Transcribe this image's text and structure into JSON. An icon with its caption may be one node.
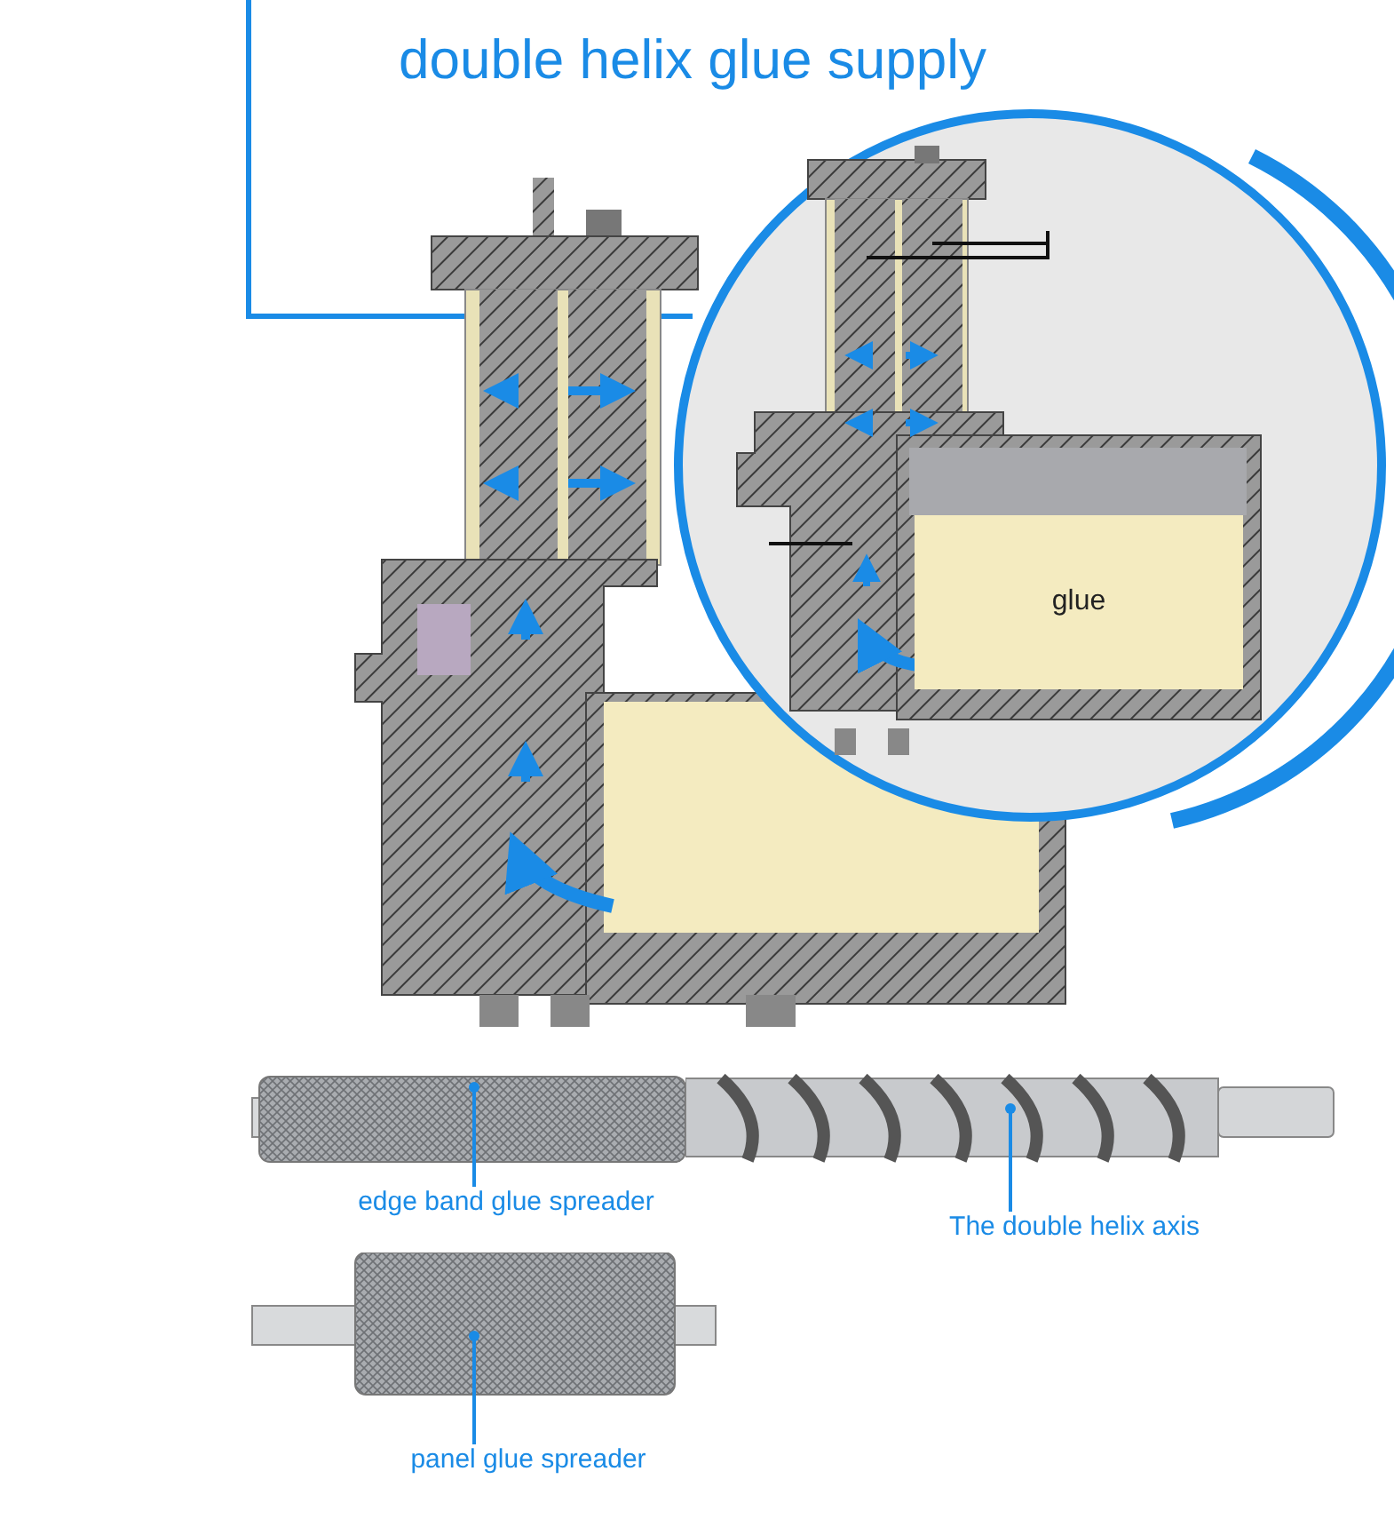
{
  "diagram": {
    "title": "double helix glue supply",
    "nodes": [
      {
        "text": [
          "glue"
        ]
      },
      {
        "text": [
          "edge band glue spreader"
        ]
      },
      {
        "text": [],
        "shape": "picture"
      },
      {
        "text": [
          "The double helix axis"
        ]
      },
      {
        "text": [],
        "shape": "picture"
      },
      {
        "text": [
          "panel glue spreader"
        ]
      },
      {
        "text": [],
        "shape": "picture"
      }
    ],
    "edges": [
      {
        "from": 1,
        "to": 2,
        "arrow": "other"
      },
      {
        "from": 3,
        "to": 4,
        "arrow": "other"
      },
      {
        "from": 5,
        "to": 6,
        "arrow": "other"
      }
    ]
  }
}
